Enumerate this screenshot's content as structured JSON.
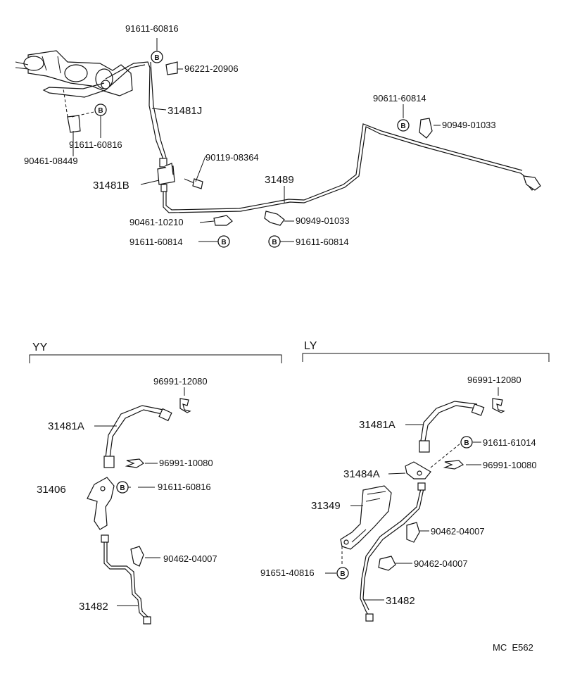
{
  "labels": {
    "p91611_60816_top": "91611-60816",
    "p96221_20906": "96221-20906",
    "p31481J": "31481J",
    "p91611_60816_left": "91611-60816",
    "p90461_08449": "90461-08449",
    "p90119_08364": "90119-08364",
    "p31481B": "31481B",
    "p31489": "31489",
    "p90611_60814": "90611-60814",
    "p90949_01033_right": "90949-01033",
    "p90461_10210": "90461-10210",
    "p90949_01033_mid": "90949-01033",
    "p91611_60814_left": "91611-60814",
    "p91611_60814_right": "91611-60814"
  },
  "yy": {
    "title": "YY",
    "p96991_12080": "96991-12080",
    "p31481A": "31481A",
    "p96991_10080": "96991-10080",
    "p31406": "31406",
    "p91611_60816": "91611-60816",
    "p90462_04007": "90462-04007",
    "p31482": "31482"
  },
  "ly": {
    "title": "LY",
    "p96991_12080": "96991-12080",
    "p31481A": "31481A",
    "p91611_61014": "91611-61014",
    "p31484A": "31484A",
    "p96991_10080": "96991-10080",
    "p31349": "31349",
    "p90462_04007_a": "90462-04007",
    "p90462_04007_b": "90462-04007",
    "p91651_40816": "91651-40816",
    "p31482": "31482"
  },
  "bolt_marker": "B",
  "footer": "MC  E562"
}
